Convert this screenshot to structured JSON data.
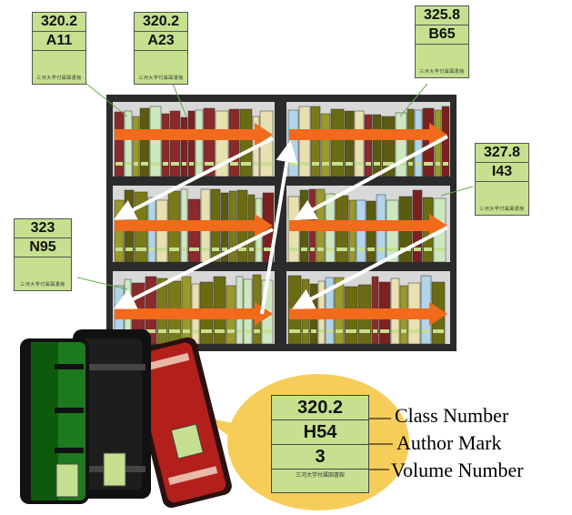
{
  "call_number_labels": [
    {
      "class_number": "320.2",
      "author_mark": "A11",
      "stamp": "三河大学付属図書館"
    },
    {
      "class_number": "320.2",
      "author_mark": "A23",
      "stamp": "三河大学付属図書館"
    },
    {
      "class_number": "325.8",
      "author_mark": "B65",
      "stamp": "三河大学付属図書館"
    },
    {
      "class_number": "327.8",
      "author_mark": "I43",
      "stamp": "三河大学付属図書館"
    },
    {
      "class_number": "323",
      "author_mark": "N95",
      "stamp": "三河大学付属図書館"
    }
  ],
  "example_label": {
    "class_number": "320.2",
    "author_mark": "H54",
    "volume_number": "3",
    "stamp": "三河大学付属図書館"
  },
  "legend": {
    "class_number": "Class Number",
    "author_mark": "Author Mark",
    "volume_number": "Volume Number"
  },
  "colors": {
    "label_fill": "#c6e08f",
    "shelf_frame": "#2b2b2b",
    "arrow_orange": "#f26a1b",
    "arrow_white": "#ffffff",
    "callout_yellow": "#f7cd5a"
  }
}
